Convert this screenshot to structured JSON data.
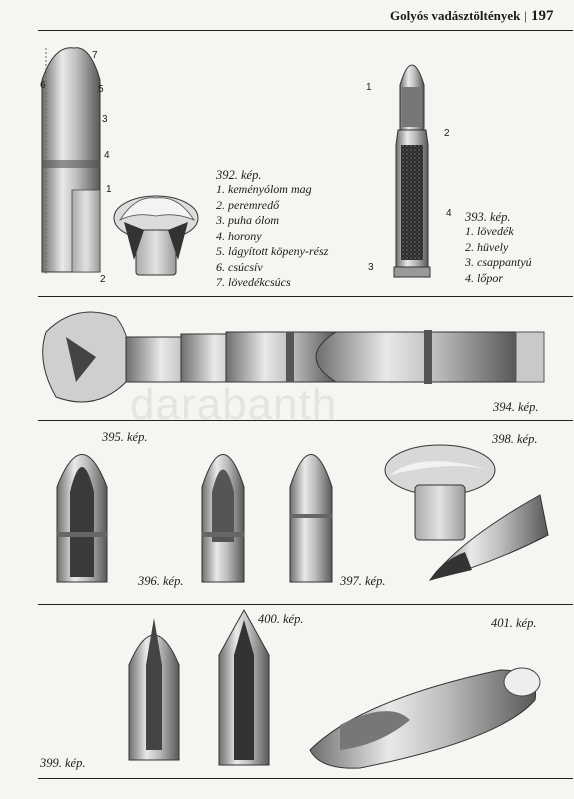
{
  "header": {
    "title": "Golyós vadásztöltények",
    "separator": "|",
    "page_number": "197"
  },
  "watermark": "darabanth",
  "fig392": {
    "caption": "392. kép.",
    "items": [
      "1. keményólom mag",
      "2. peremredő",
      "3. puha ólom",
      "4. horony",
      "5. lágyított köpeny-rész",
      "6. csúcsív",
      "7. lövedékcsúcs"
    ],
    "callouts": [
      "7",
      "6",
      "5",
      "3",
      "4",
      "1",
      "2"
    ]
  },
  "fig393": {
    "caption": "393. kép.",
    "items": [
      "1. lövedék",
      "2. hüvely",
      "3. csappantyú",
      "4. lőpor"
    ],
    "callouts": [
      "1",
      "2",
      "4",
      "3"
    ]
  },
  "fig394": {
    "caption": "394. kép."
  },
  "fig395": {
    "caption": "395. kép."
  },
  "fig396": {
    "caption": "396. kép."
  },
  "fig397": {
    "caption": "397. kép."
  },
  "fig398": {
    "caption": "398. kép."
  },
  "fig399": {
    "caption": "399. kép."
  },
  "fig400": {
    "caption": "400. kép."
  },
  "fig401": {
    "caption": "401. kép."
  }
}
